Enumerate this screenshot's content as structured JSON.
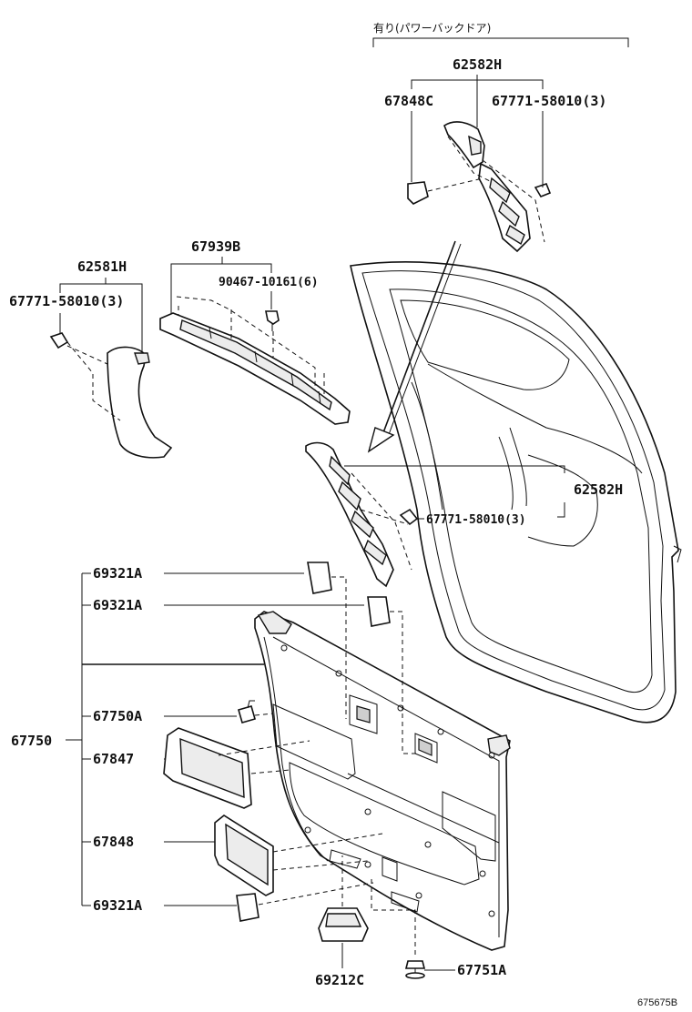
{
  "diagram": {
    "note_label": "有り(パワーバックドア)",
    "reference_code": "675675B",
    "labels": {
      "p62582H_top": "62582H",
      "p67848C": "67848C",
      "p67771_58010_top": "67771-58010(3)",
      "p67939B": "67939B",
      "p90467_10161": "90467-10161(6)",
      "p62581H": "62581H",
      "p67771_58010_left": "67771-58010(3)",
      "p62582H_mid": "62582H",
      "p67771_58010_mid": "67771-58010(3)",
      "p69321A_1": "69321A",
      "p69321A_2": "69321A",
      "p67750A": "67750A",
      "p67750": "67750",
      "p67847": "67847",
      "p67848": "67848",
      "p69321A_3": "69321A",
      "p69212C": "69212C",
      "p67751A": "67751A"
    }
  }
}
